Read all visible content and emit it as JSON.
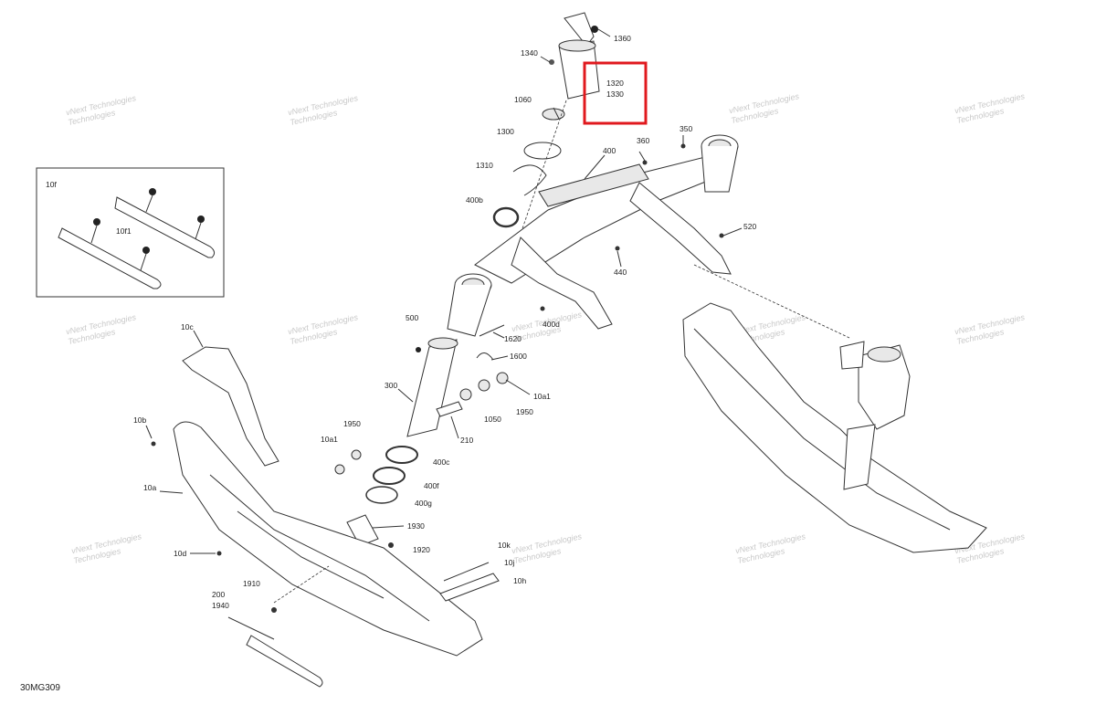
{
  "diagram_code": "30MG309",
  "highlight_color": "#e0191e",
  "highlighted_callout": [
    "1320",
    "1330"
  ],
  "inset": {
    "label": "10f",
    "sub_label": "10f1"
  },
  "watermark": {
    "line1": "vNext Technologies",
    "line2": "Technologies"
  },
  "callouts": {
    "c1360": "1360",
    "c1340": "1340",
    "c1320": "1320",
    "c1330": "1330",
    "c1060": "1060",
    "c1300": "1300",
    "c1310": "1310",
    "c400b": "400b",
    "c400": "400",
    "c360": "360",
    "c350": "350",
    "c520": "520",
    "c440": "440",
    "c500": "500",
    "c400d": "400d",
    "c1620": "1620",
    "c1600": "1600",
    "c10a1_r": "10a1",
    "c1050": "1050",
    "c1950_r": "1950",
    "c300": "300",
    "c210": "210",
    "c1950_l": "1950",
    "c10a1_l": "10a1",
    "c400c": "400c",
    "c400f": "400f",
    "c400g": "400g",
    "c1930": "1930",
    "c1920": "1920",
    "c10k": "10k",
    "c10j": "10j",
    "c10h": "10h",
    "c10c": "10c",
    "c10b": "10b",
    "c10a": "10a",
    "c10d": "10d",
    "c1910": "1910",
    "c200": "200",
    "c1940": "1940"
  }
}
